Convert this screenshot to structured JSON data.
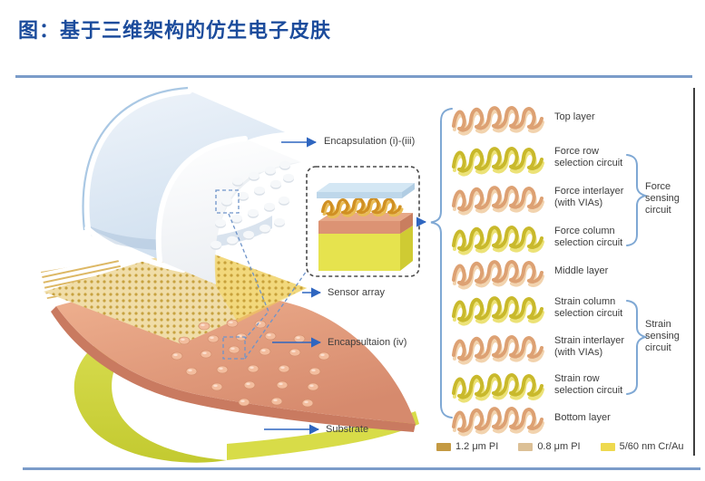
{
  "page": {
    "title": "图：基于三维架构的仿生电子皮肤"
  },
  "figure": {
    "annotations": {
      "encapsulation_top": "Encapsulation (i)-(iii)",
      "sensor_array": "Sensor array",
      "encapsulation_iv": "Encapsultaion (iv)",
      "substrate": "Substrate"
    },
    "layers": [
      {
        "label": "Top layer",
        "type": "pi"
      },
      {
        "label": "Force row\nselection circuit",
        "type": "metal"
      },
      {
        "label": "Force interlayer\n(with VIAs)",
        "type": "pi"
      },
      {
        "label": "Force column\nselection circuit",
        "type": "metal"
      },
      {
        "label": "Middle layer",
        "type": "pi"
      },
      {
        "label": "Strain column\nselection circuit",
        "type": "metal"
      },
      {
        "label": "Strain interlayer\n(with VIAs)",
        "type": "pi"
      },
      {
        "label": "Strain row\nselection circuit",
        "type": "metal"
      },
      {
        "label": "Bottom layer",
        "type": "pi"
      }
    ],
    "groups": {
      "force": "Force\nsensing\ncircuit",
      "strain": "Strain\nsensing\ncircuit"
    },
    "legend": [
      {
        "swatch": "#c49a43",
        "label": "1.2 μm PI"
      },
      {
        "swatch": "#dcc096",
        "label": "0.8 μm PI"
      },
      {
        "swatch": "#eed94f",
        "label": "5/60 nm Cr/Au"
      }
    ],
    "colors": {
      "title_blue": "#1c4c9c",
      "rule_blue": "#7b9cc9",
      "arrow_blue": "#2f66c0",
      "brace_blue": "#7fa8d4",
      "substrate_yellow": "#d2d63f",
      "encapsulation_salmon": "#e29a7c",
      "sheet_blue": "#d9e6f3"
    }
  }
}
